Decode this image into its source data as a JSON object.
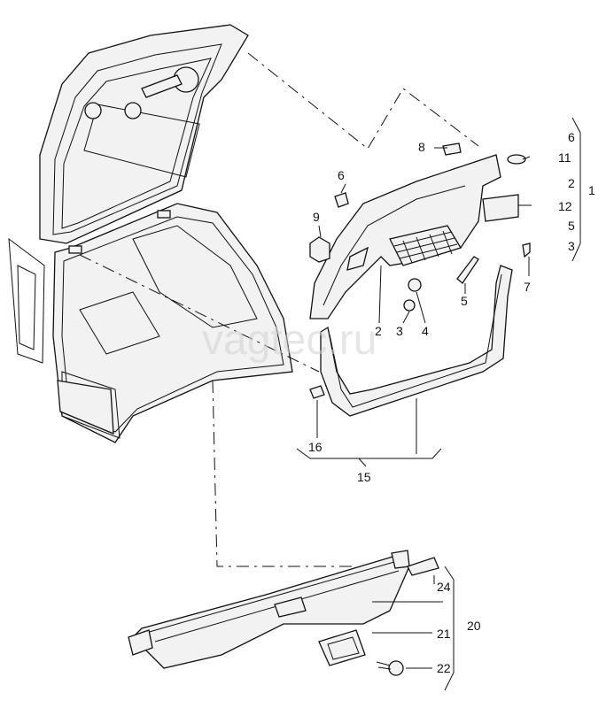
{
  "watermark": "vagtec.ru",
  "callouts": {
    "c1": "1",
    "c2a": "2",
    "c2b": "2",
    "c3a": "3",
    "c3b": "3",
    "c4": "4",
    "c5a": "5",
    "c5b": "5",
    "c6a": "6",
    "c6b": "6",
    "c7": "7",
    "c8": "8",
    "c9": "9",
    "c11": "11",
    "c12": "12",
    "c15": "15",
    "c16": "16",
    "c20": "20",
    "c21": "21",
    "c22": "22",
    "c24": "24"
  }
}
